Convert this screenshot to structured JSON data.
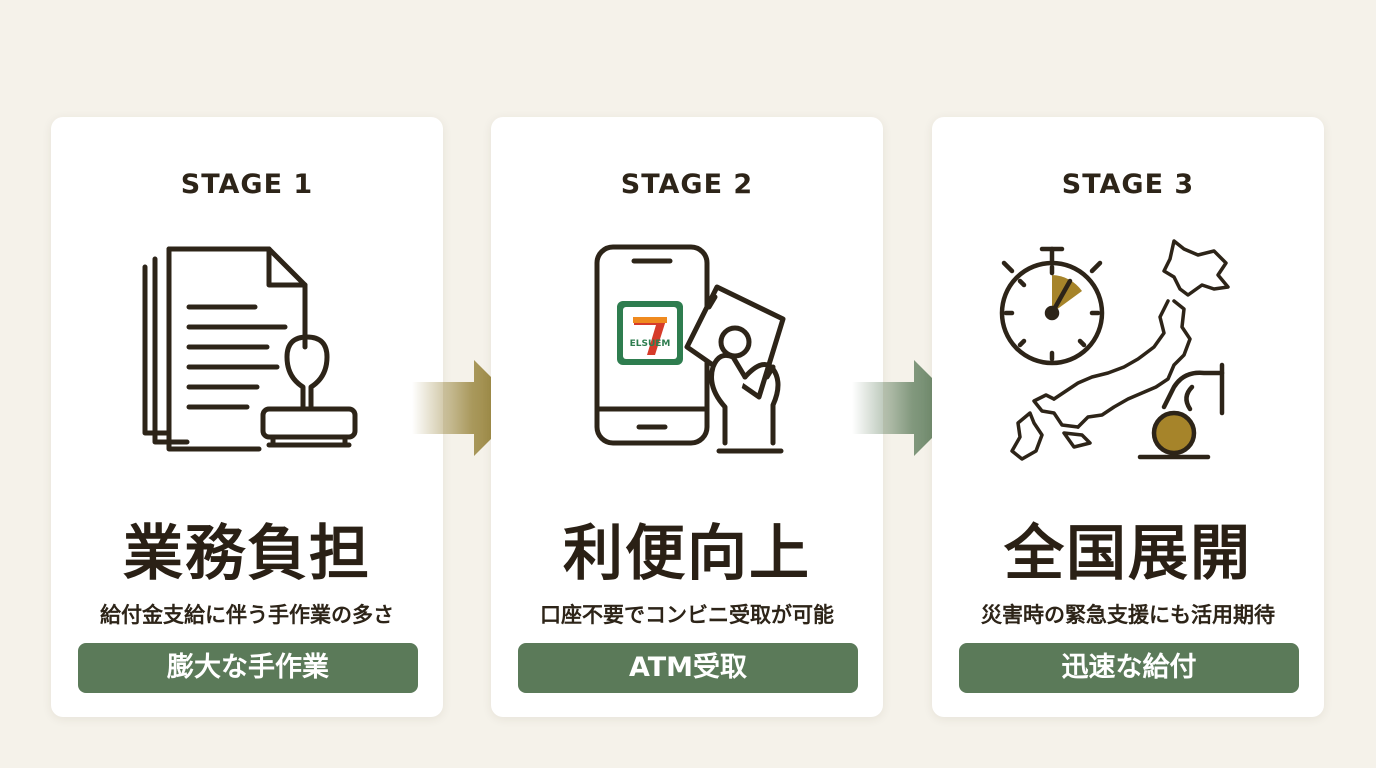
{
  "colors": {
    "background": "#f5f2ea",
    "card": "#ffffff",
    "ink": "#2d2418",
    "badge": "#5b7a59",
    "arrow1": "#8f7a2c",
    "arrow2": "#5b7a59",
    "gold": "#a6842a",
    "seven_green": "#2e7d4f",
    "seven_red": "#d63b2a",
    "seven_orange": "#ef8a1f"
  },
  "stages": [
    {
      "stage_label": "STAGE 1",
      "icon": "documents-with-stamp-icon",
      "title": "業務負担",
      "description": "給付金支給に伴う手作業の多さ",
      "badge": "膨大な手作業"
    },
    {
      "stage_label": "STAGE 2",
      "icon": "smartphone-cash-icon",
      "logo_text": "ELSUEM",
      "title": "利便向上",
      "description": "口座不要でコンビニ受取が可能",
      "badge": "ATM受取"
    },
    {
      "stage_label": "STAGE 3",
      "icon": "stopwatch-japan-map-icon",
      "title": "全国展開",
      "description": "災害時の緊急支援にも活用期待",
      "badge": "迅速な給付"
    }
  ],
  "arrows": [
    "gradient-arrow-right-icon",
    "gradient-arrow-right-icon"
  ]
}
